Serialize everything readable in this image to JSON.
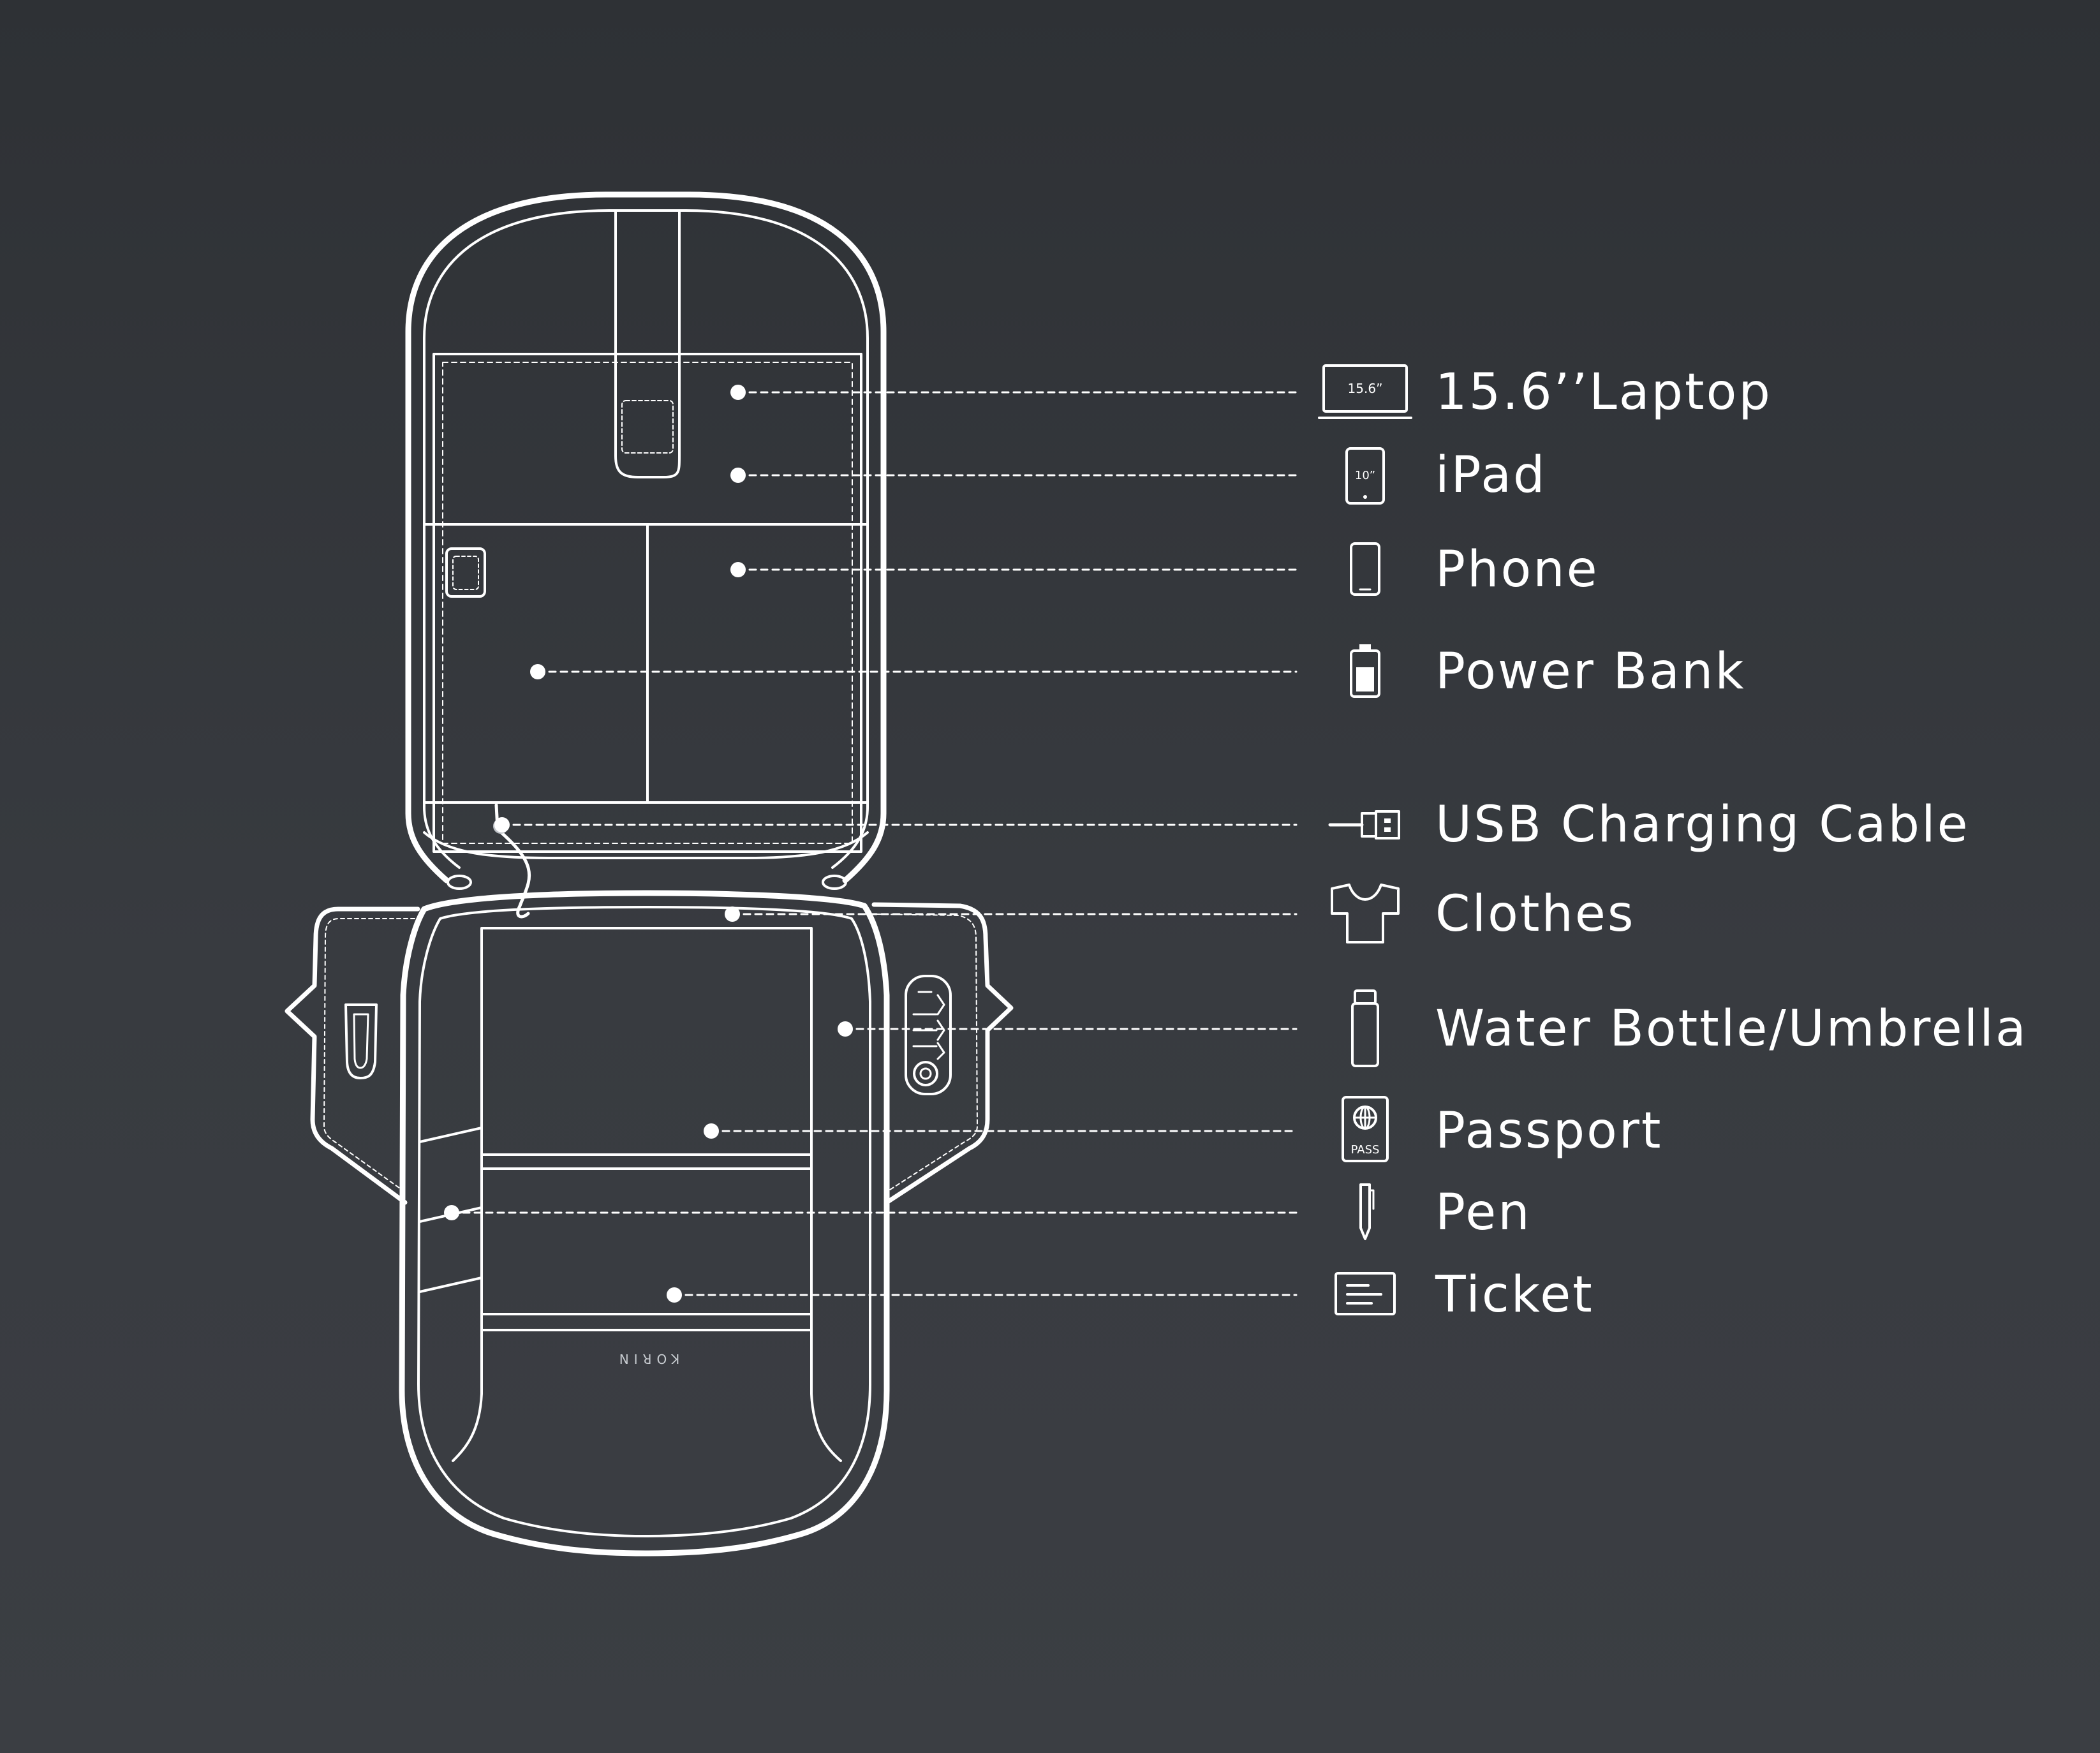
{
  "brand_mark": "KORIN",
  "items": [
    {
      "label": "15.6’’Laptop",
      "icon": "laptop-icon",
      "icon_text": "15.6”"
    },
    {
      "label": "iPad",
      "icon": "tablet-icon",
      "icon_text": "10”"
    },
    {
      "label": "Phone",
      "icon": "phone-icon"
    },
    {
      "label": "Power Bank",
      "icon": "battery-icon"
    },
    {
      "label": "USB Charging Cable",
      "icon": "usb-icon"
    },
    {
      "label": "Clothes",
      "icon": "tshirt-icon"
    },
    {
      "label": "Water Bottle/Umbrella",
      "icon": "bottle-icon"
    },
    {
      "label": "Passport",
      "icon": "passport-icon",
      "icon_text": "PASS"
    },
    {
      "label": "Pen",
      "icon": "pen-icon"
    },
    {
      "label": "Ticket",
      "icon": "ticket-icon"
    }
  ],
  "colors": {
    "background": "#34373c",
    "line": "#ffffff"
  }
}
